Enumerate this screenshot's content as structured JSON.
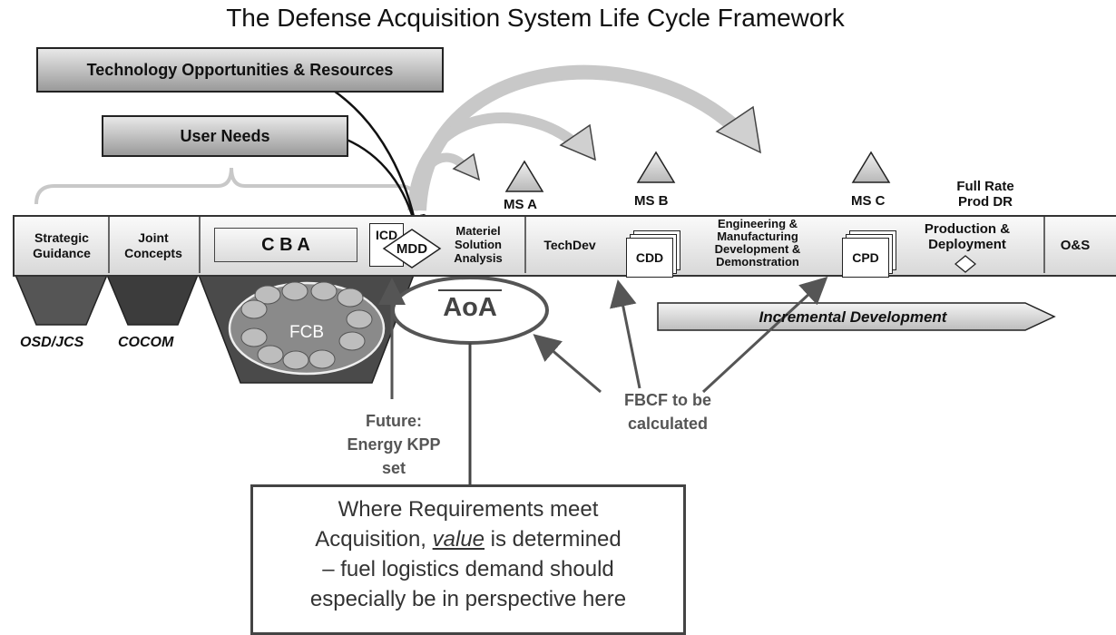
{
  "title": "The Defense Acquisition System Life Cycle Framework",
  "inputs": {
    "technology": "Technology Opportunities & Resources",
    "user_needs": "User Needs"
  },
  "bar": {
    "strategic": "Strategic Guidance",
    "joint": "Joint Concepts",
    "cba": "C  B  A",
    "icd": "ICD",
    "mdd": "MDD",
    "msa": "Materiel Solution Analysis",
    "techdev": "TechDev",
    "cdd": "CDD",
    "emd": "Engineering & Manufacturing Development & Demonstration",
    "cpd": "CPD",
    "pd": "Production & Deployment",
    "os": "O&S"
  },
  "milestones": {
    "ms_a": "MS A",
    "ms_b": "MS B",
    "ms_c": "MS C",
    "frp": "Full Rate Prod DR"
  },
  "below": {
    "osd": "OSD/JCS",
    "cocom": "COCOM",
    "fcb": "FCB",
    "aoa": "AoA",
    "incremental": "Incremental Development",
    "future": "Future: Energy KPP set",
    "fbcf": "FBCF to be calculated"
  },
  "callout": {
    "line1": "Where Requirements meet",
    "line2a": "Acquisition, ",
    "line2b": "value",
    "line2c": " is determined",
    "line3": "– fuel logistics demand should",
    "line4": "especially be in perspective here"
  },
  "colors": {
    "dark_arrow": "#555555",
    "curve_arrow": "#c8c8c8",
    "trapezoid": "#4a4a4a"
  }
}
